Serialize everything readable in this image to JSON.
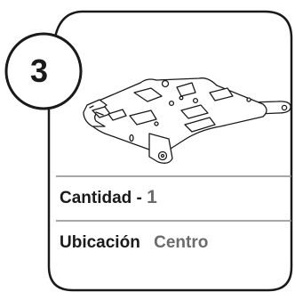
{
  "card": {
    "step_number": "3",
    "quantity_label": "Cantidad -",
    "quantity_value": "1",
    "location_label": "Ubicación",
    "location_value": "Centro"
  },
  "illustration": {
    "icon": "luggage-rack-plate-icon"
  }
}
